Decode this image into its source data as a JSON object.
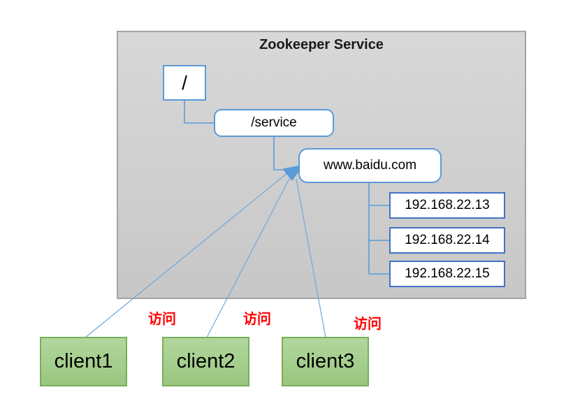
{
  "diagram": {
    "title": "Zookeeper Service",
    "tree": {
      "root": "/",
      "service": "/service",
      "domain": "www.baidu.com",
      "ips": [
        "192.168.22.13",
        "192.168.22.14",
        "192.168.22.15"
      ]
    },
    "clients": [
      {
        "label": "client1"
      },
      {
        "label": "client2"
      },
      {
        "label": "client3"
      }
    ],
    "access_labels": [
      "访问",
      "访问",
      "访问"
    ],
    "colors": {
      "connector_blue": "#5b9bd5",
      "client_line_blue": "#6fa8dc",
      "node_border_blue": "#5b9bd5",
      "ip_border_blue": "#4472c4",
      "client_fill_green": "#a5cf8e",
      "client_border_green": "#79ad58",
      "container_gray": "#cfcfcf",
      "container_border_gray": "#a3a3a3",
      "access_label_red": "#ff0000",
      "title_color": "#1a1a1a"
    }
  }
}
